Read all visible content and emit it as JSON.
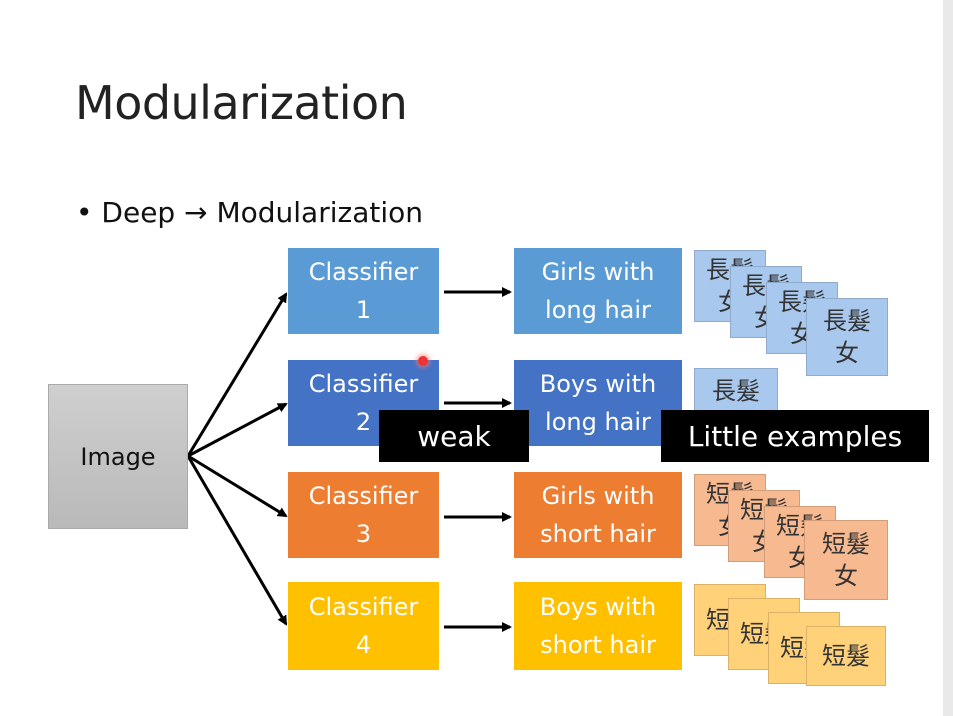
{
  "title": "Modularization",
  "bullet": "• Deep → Modularization",
  "image_box": "Image",
  "classifiers": [
    {
      "line1": "Classifier",
      "line2": "1"
    },
    {
      "line1": "Classifier",
      "line2": "2"
    },
    {
      "line1": "Classifier",
      "line2": "3"
    },
    {
      "line1": "Classifier",
      "line2": "4"
    }
  ],
  "categories": [
    {
      "line1": "Girls with",
      "line2": "long hair"
    },
    {
      "line1": "Boys with",
      "line2": "long hair"
    },
    {
      "line1": "Girls with",
      "line2": "short hair"
    },
    {
      "line1": "Boys with",
      "line2": "short hair"
    }
  ],
  "cards": {
    "long_hair_girl": {
      "line1": "長髮",
      "line2": "女"
    },
    "long_hair": {
      "line1": "長髮"
    },
    "short_hair_girl": {
      "line1": "短髮",
      "line2": "女"
    },
    "short_hair": {
      "line1": "短髮"
    }
  },
  "labels": {
    "weak": "weak",
    "little_examples": "Little examples"
  },
  "colors": {
    "classifier1": "#5b9bd5",
    "classifier2": "#4472c4",
    "classifier3": "#ed7d31",
    "classifier4": "#ffc000"
  }
}
